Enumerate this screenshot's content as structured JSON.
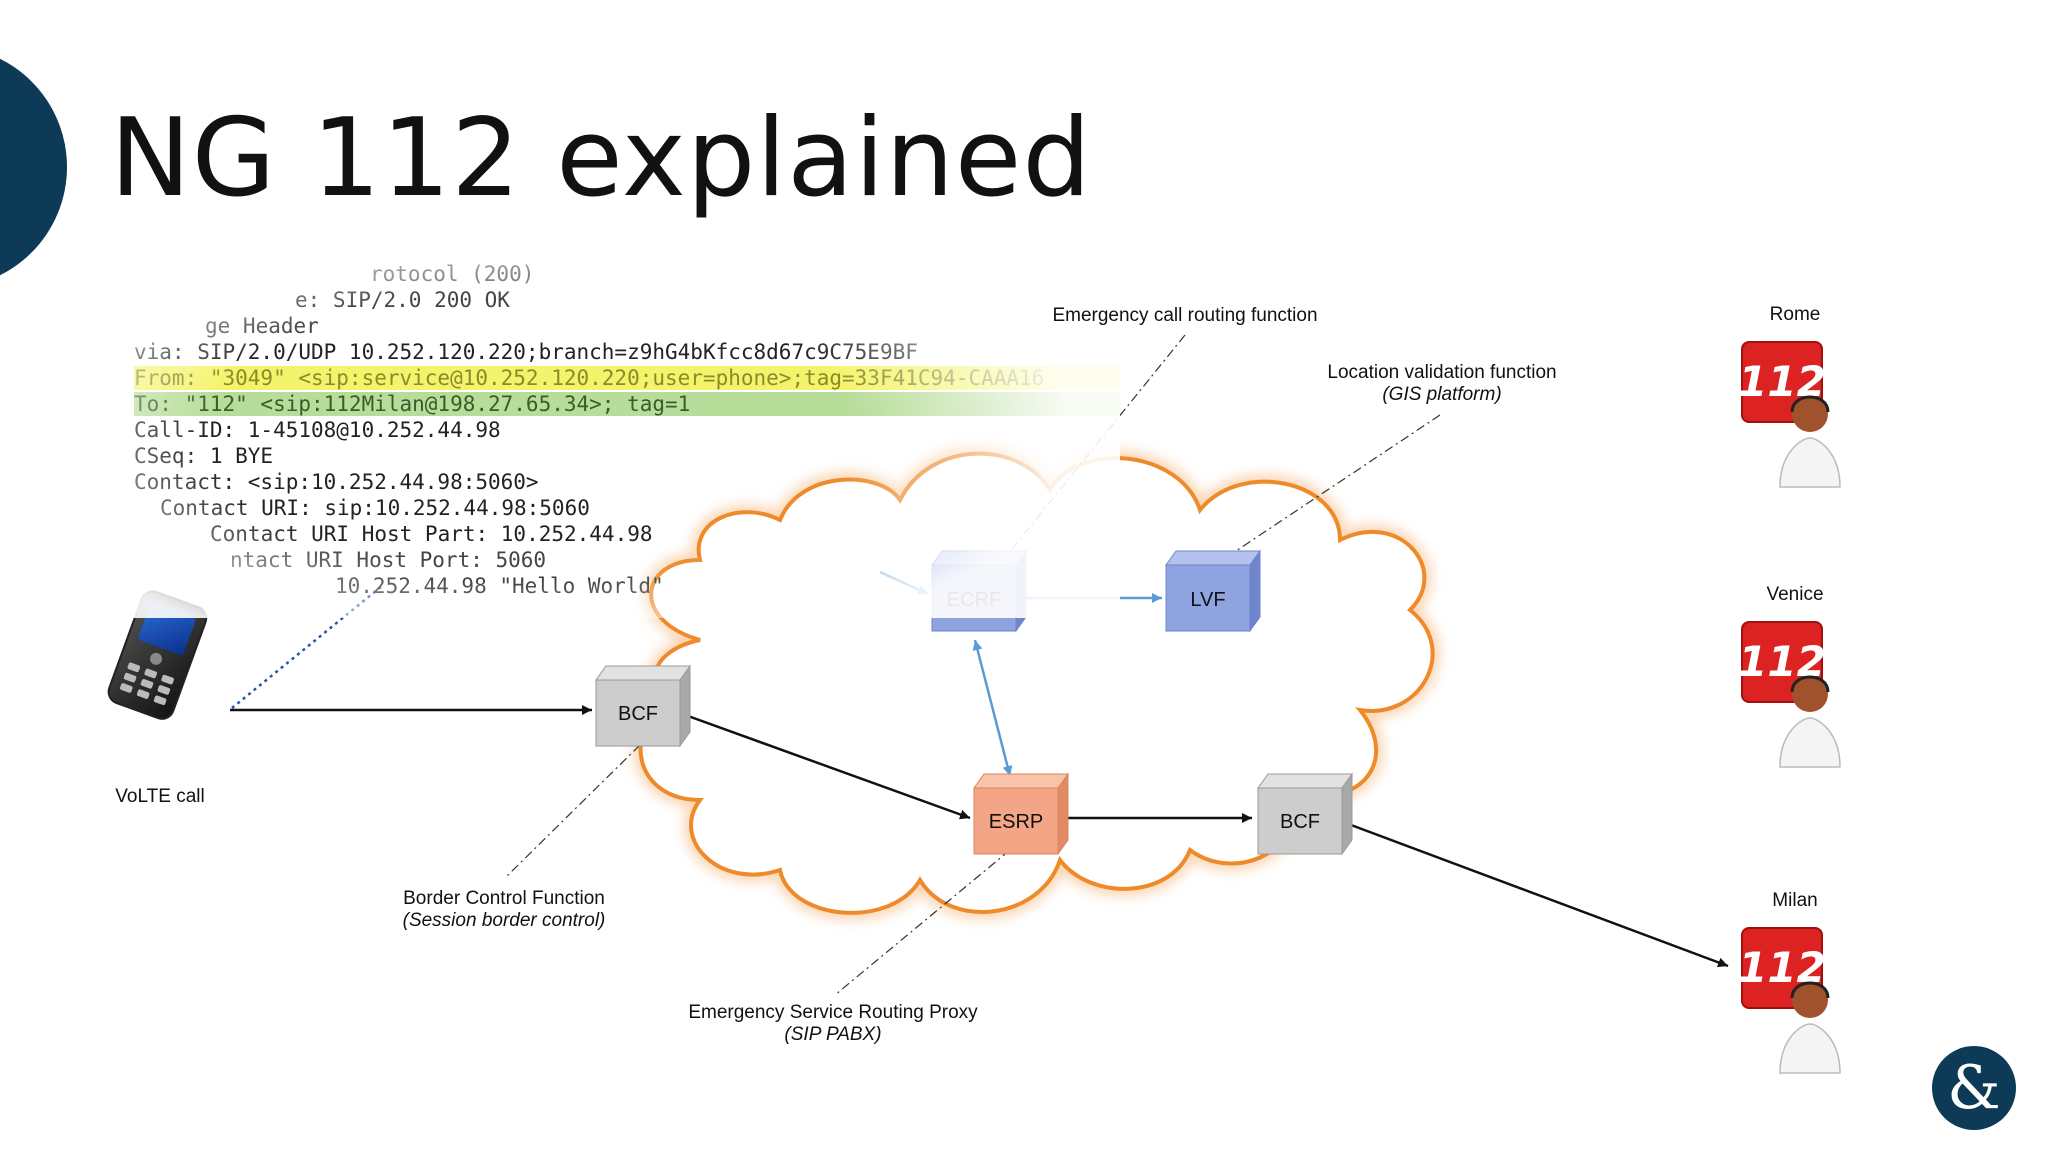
{
  "slide": {
    "title": "NG 112 explained"
  },
  "sip_trace": {
    "lines": [
      {
        "text": "rotocol (200)",
        "highlight": ""
      },
      {
        "text": "e: SIP/2.0 200 OK",
        "highlight": ""
      },
      {
        "text": "ge Header",
        "highlight": ""
      },
      {
        "text": "via: SIP/2.0/UDP 10.252.120.220;branch=z9hG4bKfcc8d67c9C75E9BF",
        "highlight": ""
      },
      {
        "text": "From: \"3049\" <sip:service@10.252.120.220;user=phone>;tag=33F41C94-CAAA16",
        "highlight": "yellow"
      },
      {
        "text": "To: \"112\" <sip:112Milan@198.27.65.34>; tag=1",
        "highlight": "green"
      },
      {
        "text": "Call-ID: 1-45108@10.252.44.98",
        "highlight": ""
      },
      {
        "text": "CSeq: 1 BYE",
        "highlight": ""
      },
      {
        "text": "Contact: <sip:10.252.44.98:5060>",
        "highlight": ""
      },
      {
        "text": "Contact URI: sip:10.252.44.98:5060",
        "highlight": ""
      },
      {
        "text": "Contact URI Host Part: 10.252.44.98",
        "highlight": ""
      },
      {
        "text": "ntact URI Host Port: 5060",
        "highlight": ""
      },
      {
        "text": "10.252.44.98 \"Hello World\"",
        "highlight": ""
      }
    ]
  },
  "nodes": {
    "bcf_in": "BCF",
    "ecrf": "ECRF",
    "lvf": "LVF",
    "esrp": "ESRP",
    "bcf_out": "BCF"
  },
  "labels": {
    "volte": "VoLTE call",
    "ecrf_desc": "Emergency call routing function",
    "lvf_desc": "Location validation function",
    "lvf_desc_sub": "(GIS platform)",
    "bcf_desc": "Border Control Function",
    "bcf_desc_sub": "(Session border control)",
    "esrp_desc": "Emergency Service Routing Proxy",
    "esrp_desc_sub": "(SIP PABX)"
  },
  "psaps": [
    {
      "city": "Rome",
      "badge": "112"
    },
    {
      "city": "Venice",
      "badge": "112"
    },
    {
      "city": "Milan",
      "badge": "112"
    }
  ],
  "colors": {
    "accent": "#0d3a57",
    "cloud_stroke": "#ee8a2a",
    "ecrf_fill": "#8ea3df",
    "esrp_fill": "#f4a585",
    "bcf_fill": "#cdcdcd",
    "badge_red": "#dd2222",
    "blue_arrow": "#5b9bd5"
  }
}
